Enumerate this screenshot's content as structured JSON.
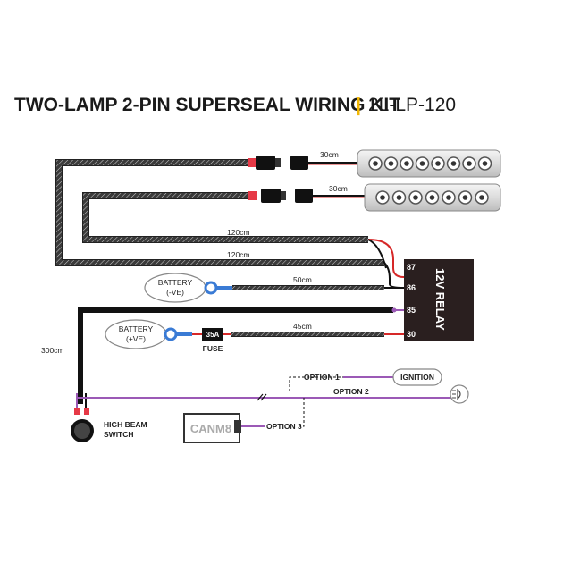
{
  "title": {
    "main": "TWO-LAMP 2-PIN SUPERSEAL WIRING KIT",
    "separator": "|",
    "code": "2L-LP-120",
    "accent_color": "#f2b705"
  },
  "cables": {
    "lamp1_lead": "30cm",
    "lamp2_lead": "30cm",
    "lamp2_run": "120cm",
    "lamp1_run": "120cm",
    "battery_neg": "50cm",
    "battery_pos": "45cm",
    "switch_run": "300cm"
  },
  "relay": {
    "label": "12V RELAY",
    "pins": [
      "87",
      "86",
      "85",
      "30"
    ],
    "color": "#2a1f1f"
  },
  "battery_neg": {
    "line1": "BATTERY",
    "line2": "(-VE)"
  },
  "battery_pos": {
    "line1": "BATTERY",
    "line2": "(+VE)"
  },
  "fuse": {
    "rating": "35A",
    "label": "FUSE"
  },
  "switch": {
    "line1": "HIGH BEAM",
    "line2": "SWITCH"
  },
  "options": {
    "option1": "OPTION 1",
    "option2": "OPTION 2",
    "option3": "OPTION 3"
  },
  "ignition": {
    "label": "IGNITION"
  },
  "high_beam_icon": "high-beam-indicator",
  "canm8": {
    "label": "CANM8"
  },
  "colors": {
    "signal_wire": "#9b59b6",
    "positive_wire": "#d62828",
    "ground_wire": "#111111",
    "connector_red": "#e63946",
    "ring_terminal": "#3a7bd5"
  }
}
